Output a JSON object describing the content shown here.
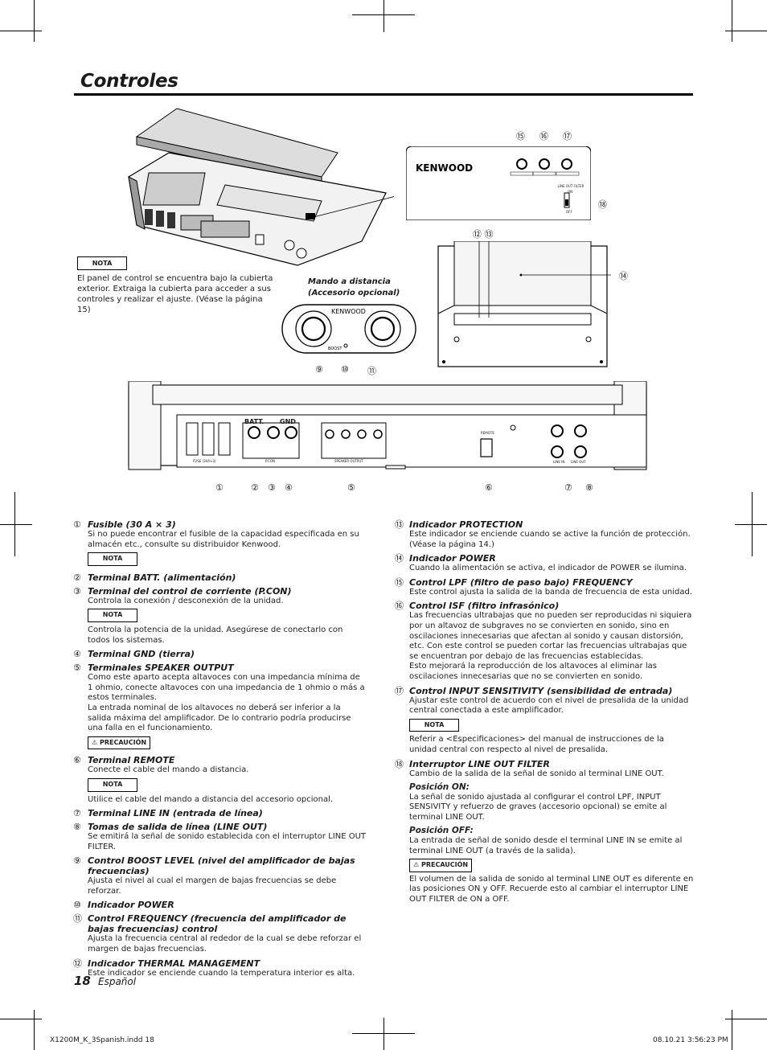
{
  "page": {
    "title": "Controles",
    "page_number": "18",
    "language": "Español",
    "footer_left": "X1200M_K_3Spanish.indd   18",
    "footer_right": "08.10.21   3:56:23 PM"
  },
  "illustration": {
    "top_note_badge": "NOTA",
    "top_note_text": "El panel de control se encuentra bajo la cubierta exterior. Extraiga la cubierta para acceder a sus controles y realizar el ajuste. (Véase la página 15)",
    "remote_label_1": "Mando a distancia",
    "remote_label_2": "(Accesorio opcional)",
    "brand": "KENWOOD",
    "remote_boost": "BOOST",
    "panel_batt": "BATT.",
    "panel_gnd": "GND",
    "panel_fuse": "FUSE (30A×3)",
    "panel_pcon": "P.CON",
    "panel_speaker_output": "SPEAKER OUTPUT",
    "panel_remote": "REMOTE",
    "panel_line_in": "LINE IN",
    "panel_line_out": "LINE OUT",
    "switch_label": "LINE OUT FILTER",
    "switch_on": "ON",
    "switch_off": "OFF",
    "callouts": {
      "c1": "①",
      "c2": "②",
      "c3": "③",
      "c4": "④",
      "c5": "⑤",
      "c6": "⑥",
      "c7": "⑦",
      "c8": "⑧",
      "c9": "⑨",
      "c10": "⑩",
      "c11": "⑪",
      "c1213": "⑫ ⑬",
      "c14": "⑭",
      "c15": "⑮",
      "c16": "⑯",
      "c17": "⑰",
      "c18": "⑱"
    }
  },
  "left_items": [
    {
      "num": "①",
      "title": "Fusible (30 A × 3)",
      "badge": "NOTA",
      "text": "Si no puede encontrar el fusible de la capacidad especificada en su almacén etc., consulte su distribuidor Kenwood."
    },
    {
      "num": "②",
      "title": "Terminal BATT. (alimentación)"
    },
    {
      "num": "③",
      "title": "Terminal del control de corriente (P.CON)",
      "text": "Controla la conexión / desconexión de la unidad.",
      "badge": "NOTA",
      "text2": "Controla la potencia de la unidad. Asegúrese de conectarlo con todos los sistemas."
    },
    {
      "num": "④",
      "title": "Terminal GND (tierra)"
    },
    {
      "num": "⑤",
      "title": "Terminales SPEAKER OUTPUT",
      "text": "Como este aparto acepta altavoces con una impedancia mínima de 1 ohmio, conecte altavoces con una impedancia de 1 ohmio o más a estos terminales.",
      "warn": "PRECAUCIÓN",
      "text2": "La entrada nominal de los altavoces no deberá ser inferior a la salida máxima del amplificador. De lo contrario podría producirse una falla en el funcionamiento."
    },
    {
      "num": "⑥",
      "title": "Terminal REMOTE",
      "text": "Conecte el cable del mando a distancia.",
      "badge": "NOTA",
      "text2": "Utilice el cable del mando a distancia del accesorio opcional."
    },
    {
      "num": "⑦",
      "title": "Terminal LINE IN (entrada de línea)"
    },
    {
      "num": "⑧",
      "title": "Tomas de salida de línea (LINE OUT)",
      "text": "Se emitirá la señal de sonido establecida con el interruptor LINE OUT FILTER."
    },
    {
      "num": "⑨",
      "title": "Control BOOST LEVEL (nivel del amplificador de bajas frecuencias)",
      "text": "Ajusta el nivel al cual el margen de bajas frecuencias se debe reforzar."
    },
    {
      "num": "⑩",
      "title": "Indicador POWER"
    },
    {
      "num": "⑪",
      "title": "Control FREQUENCY (frecuencia del amplificador de bajas frecuencias) control",
      "text": "Ajusta la frecuencia central al rededor de la cual se debe reforzar el margen de bajas frecuencias."
    },
    {
      "num": "⑫",
      "title": "Indicador THERMAL MANAGEMENT",
      "text": "Este indicador se enciende cuando la temperatura interior es alta."
    }
  ],
  "right_items": [
    {
      "num": "⑬",
      "title": "Indicador PROTECTION",
      "text": "Este indicador se enciende cuando se active la función de protección. (Véase la página 14.)"
    },
    {
      "num": "⑭",
      "title": "Indicador POWER",
      "text": "Cuando la alimentación se activa, el indicador de POWER se ilumina."
    },
    {
      "num": "⑮",
      "title": "Control LPF (filtro de paso bajo) FREQUENCY",
      "text": "Este control ajusta la salida de la banda de frecuencia de esta unidad."
    },
    {
      "num": "⑯",
      "title": "Control ISF (filtro infrasónico)",
      "text": "Las frecuencias ultrabajas que no pueden ser reproducidas ni siquiera por un altavoz de subgraves no se convierten en sonido, sino en oscilaciones innecesarias que afectan al sonido y causan distorsión, etc. Con este control se pueden cortar las frecuencias ultrabajas que se encuentran por debajo de las frecuencias establecidas.",
      "text2": "Esto mejorará la reproducción de los altavoces al eliminar las oscilaciones innecesarias que no se convierten en sonido."
    },
    {
      "num": "⑰",
      "title": "Control INPUT SENSITIVITY (sensibilidad de entrada)",
      "text": "Ajustar este control de acuerdo con el nivel de presalida de la unidad central conectada a este amplificador.",
      "badge": "NOTA",
      "text2": "Referir a <Especificaciones> del manual de instrucciones de la unidad central con respecto al nivel de presalida."
    },
    {
      "num": "⑱",
      "title": "Interruptor LINE OUT FILTER",
      "text": "Cambio de la salida de la señal de sonido al terminal LINE OUT.",
      "sub1": "Posición ON:",
      "sub1_text": "La señal de sonido ajustada al configurar el control LPF, INPUT SENSIVITY y refuerzo de graves (accesorio opcional) se emite al terminal LINE OUT.",
      "sub2": "Posición OFF:",
      "sub2_text": "La entrada de señal de sonido desde el terminal LINE IN se emite al terminal LINE OUT (a través de la salida).",
      "warn": "PRECAUCIÓN",
      "text3": "El volumen de la salida de sonido al terminal LINE OUT es diferente en las posiciones ON y OFF. Recuerde esto al cambiar el interruptor LINE OUT FILTER de ON a OFF."
    }
  ]
}
